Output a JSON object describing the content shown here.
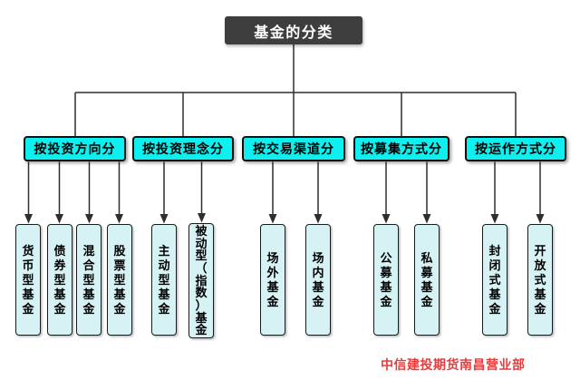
{
  "root": {
    "label": "基金的分类"
  },
  "groups": [
    {
      "label": "按投资方向分",
      "children": [
        "货币型基金",
        "债券型基金",
        "混合型基金",
        "股票型基金"
      ]
    },
    {
      "label": "按投资理念分",
      "children": [
        "主动型基金",
        "被动型（指数）基金"
      ]
    },
    {
      "label": "按交易渠道分",
      "children": [
        "场外基金",
        "场内基金"
      ]
    },
    {
      "label": "按募集方式分",
      "children": [
        "公募基金",
        "私募基金"
      ]
    },
    {
      "label": "按运作方式分",
      "children": [
        "封闭式基金",
        "开放式基金"
      ]
    }
  ],
  "footer": {
    "watermark": "中信建投期货南昌营业部"
  },
  "colors": {
    "root_bg": "#3E3E3E",
    "branch_bg": "#0EF0F0",
    "leaf_bg": "#D6F2F4",
    "line": "#2E2E2E",
    "watermark": "#E63C3C"
  }
}
